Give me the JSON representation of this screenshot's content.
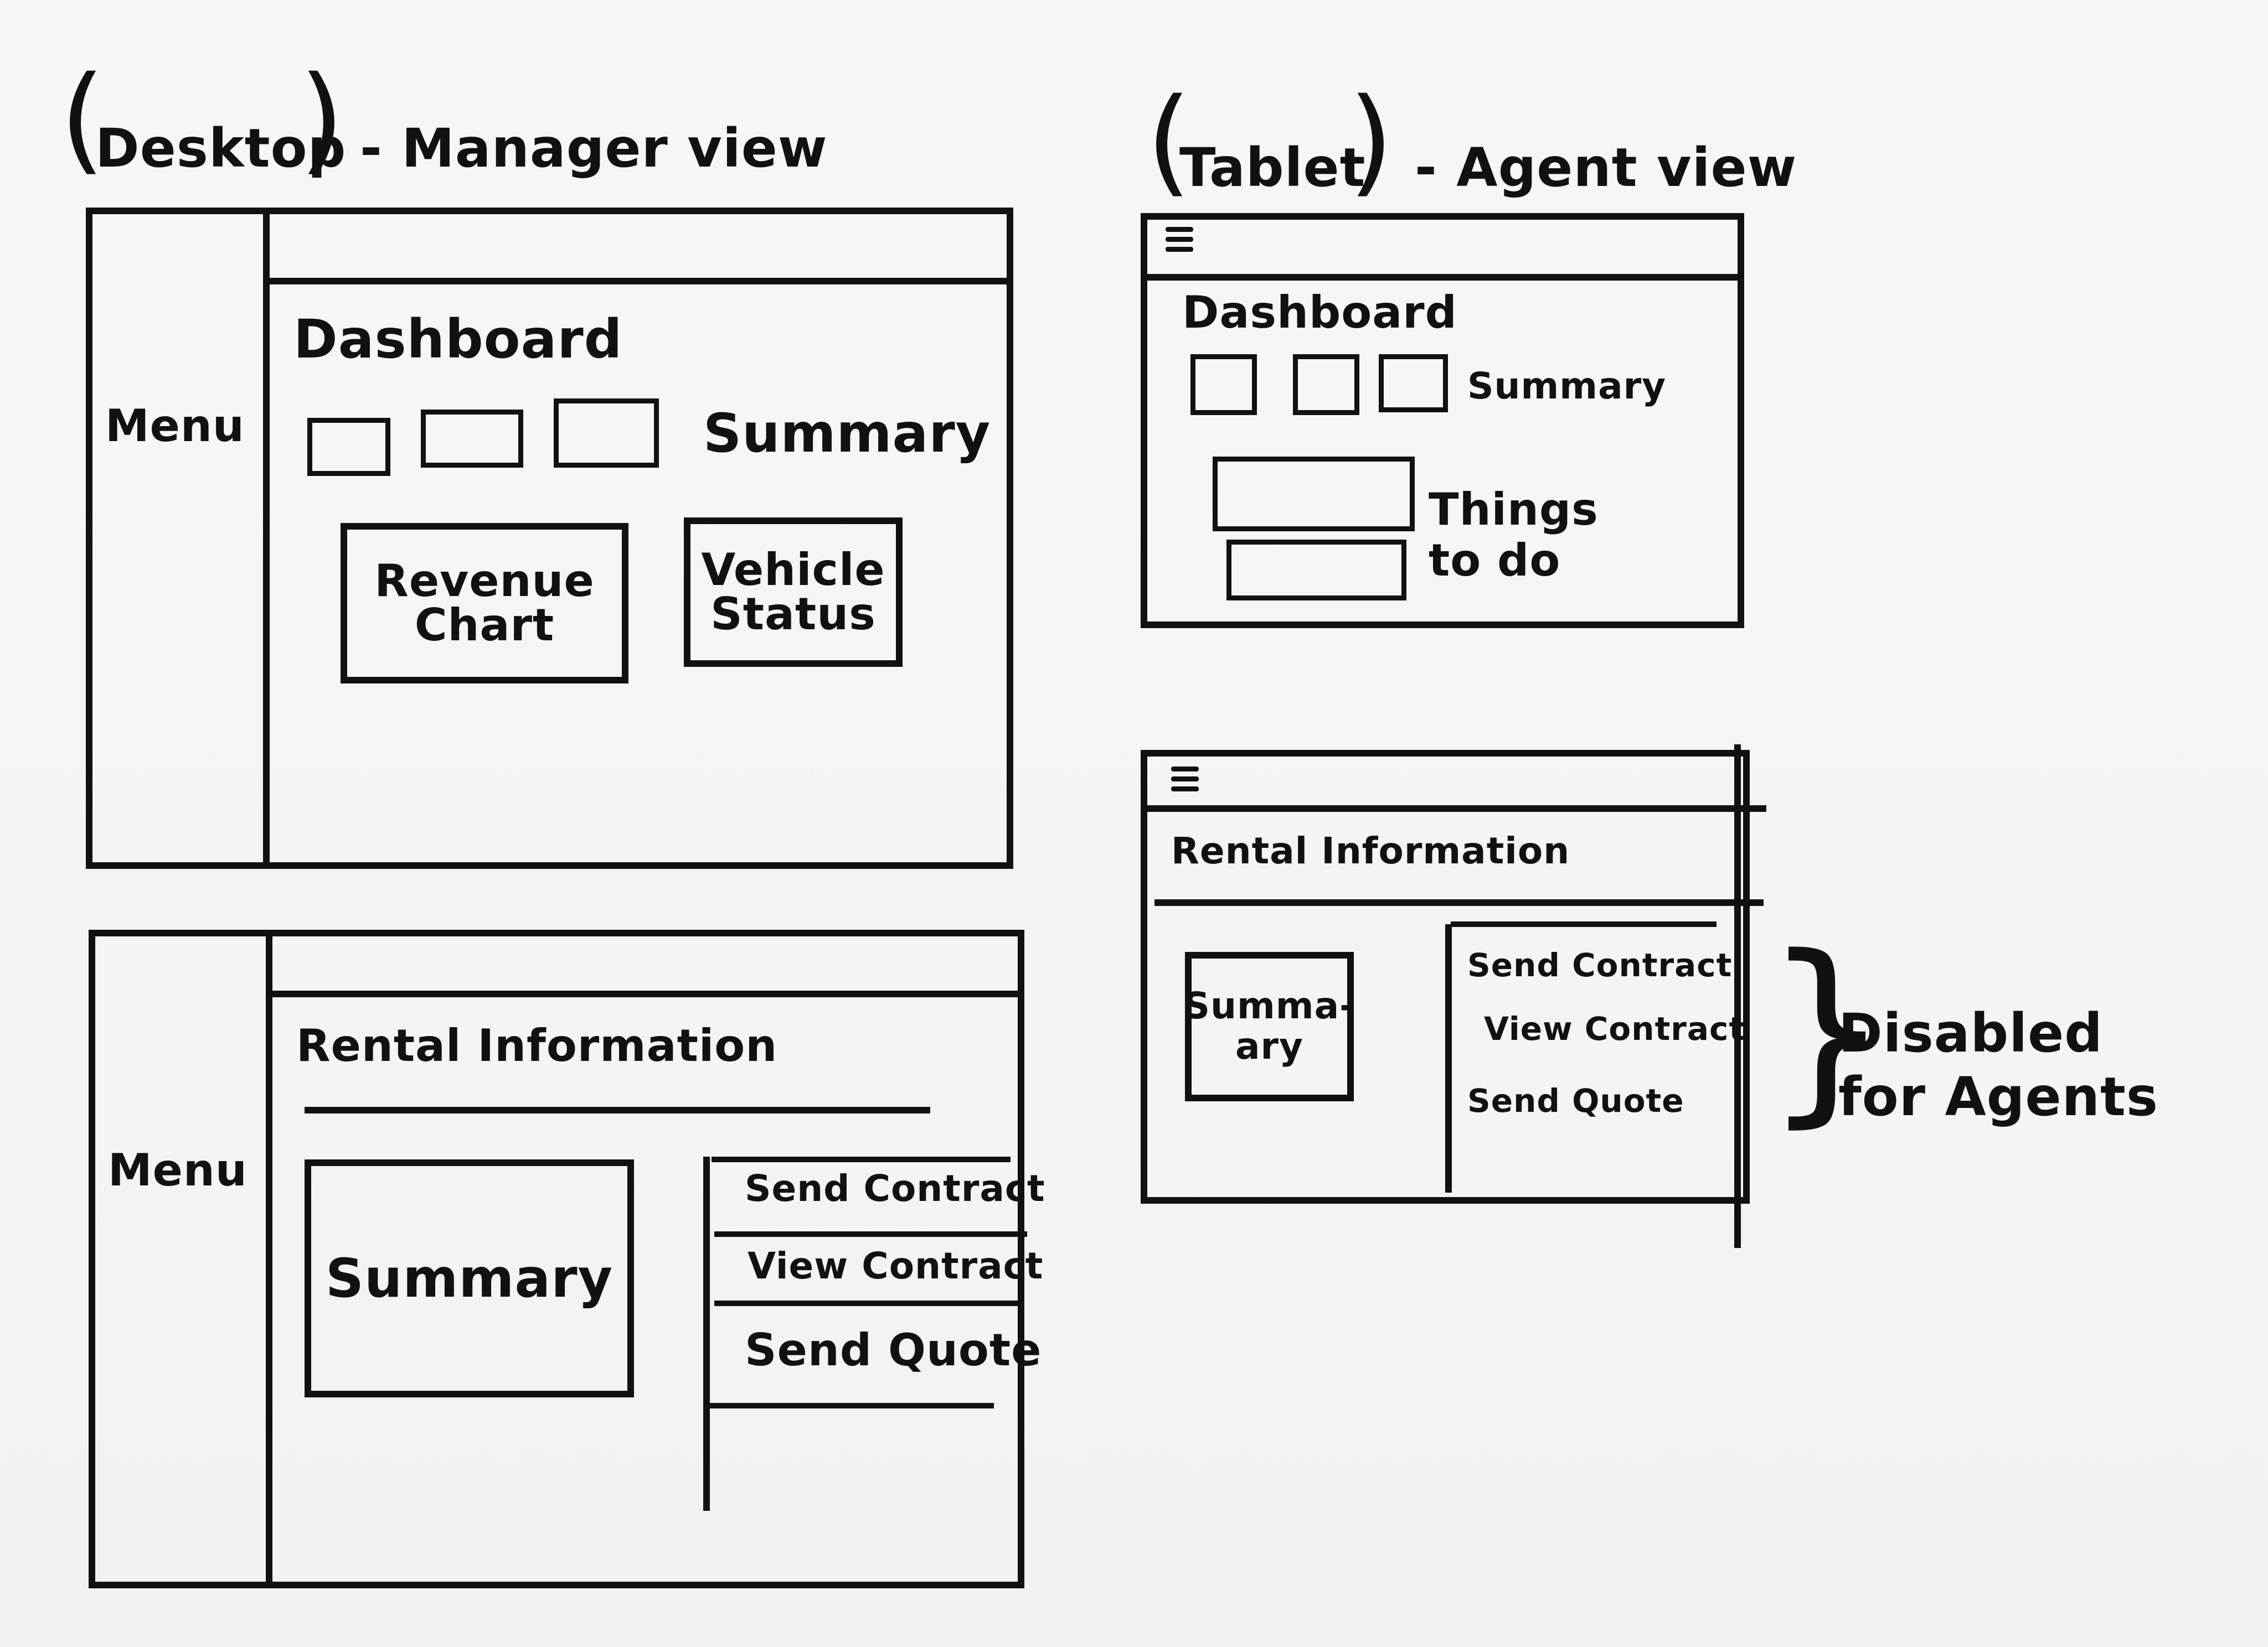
{
  "desktop": {
    "title_device": "Desktop",
    "title_suffix": "- Manager view",
    "dashboard": {
      "menu_label": "Menu",
      "title": "Dashboard",
      "summary_label": "Summary",
      "revenue_chart": "Revenue Chart",
      "vehicle_status": "Vehicle Status"
    },
    "rental": {
      "menu_label": "Menu",
      "title": "Rental Information",
      "summary": "Summary",
      "actions": [
        "Send Contract",
        "View Contract",
        "Send Quote"
      ]
    }
  },
  "tablet": {
    "title_device": "Tablet",
    "title_suffix": "- Agent view",
    "dashboard": {
      "title": "Dashboard",
      "summary_label": "Summary",
      "things_to_do": "Things to do"
    },
    "rental": {
      "title": "Rental Information",
      "summary": "Summa- ary",
      "actions": [
        "Send Contract",
        "View Contract",
        "Send Quote"
      ],
      "annotation": "Disabled for Agents"
    }
  }
}
